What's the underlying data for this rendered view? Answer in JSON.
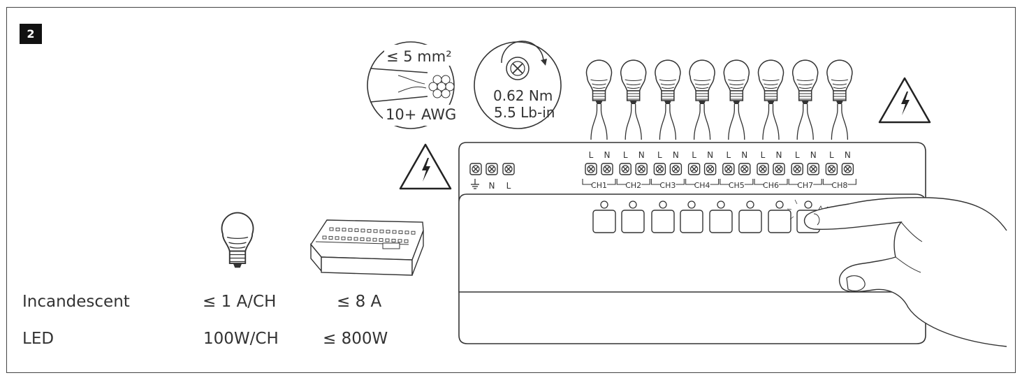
{
  "step_number": "2",
  "wire": {
    "size": "≤ 5 mm²",
    "awg": "10+ AWG"
  },
  "torque": {
    "metric": "0.62 Nm",
    "imperial": "5.5 Lb-in"
  },
  "power_terminals": [
    "N",
    "L"
  ],
  "channels": [
    "CH1",
    "CH2",
    "CH3",
    "CH4",
    "CH5",
    "CH6",
    "CH7",
    "CH8"
  ],
  "channel_pins": {
    "l": "L",
    "n": "N"
  },
  "load_table": {
    "rows": [
      {
        "type": "Incandescent",
        "per_channel": "≤ 1 A/CH",
        "total": "≤ 8 A"
      },
      {
        "type": "LED",
        "per_channel": "100W/CH",
        "total": "≤ 800W"
      }
    ]
  },
  "icons": [
    "warning-high-voltage-icon",
    "light-bulb-icon",
    "screw-icon",
    "rotate-arrow-icon",
    "hand-pressing-icon",
    "ground-symbol-icon"
  ],
  "colors": {
    "line": "#333333",
    "background": "#ffffff"
  }
}
